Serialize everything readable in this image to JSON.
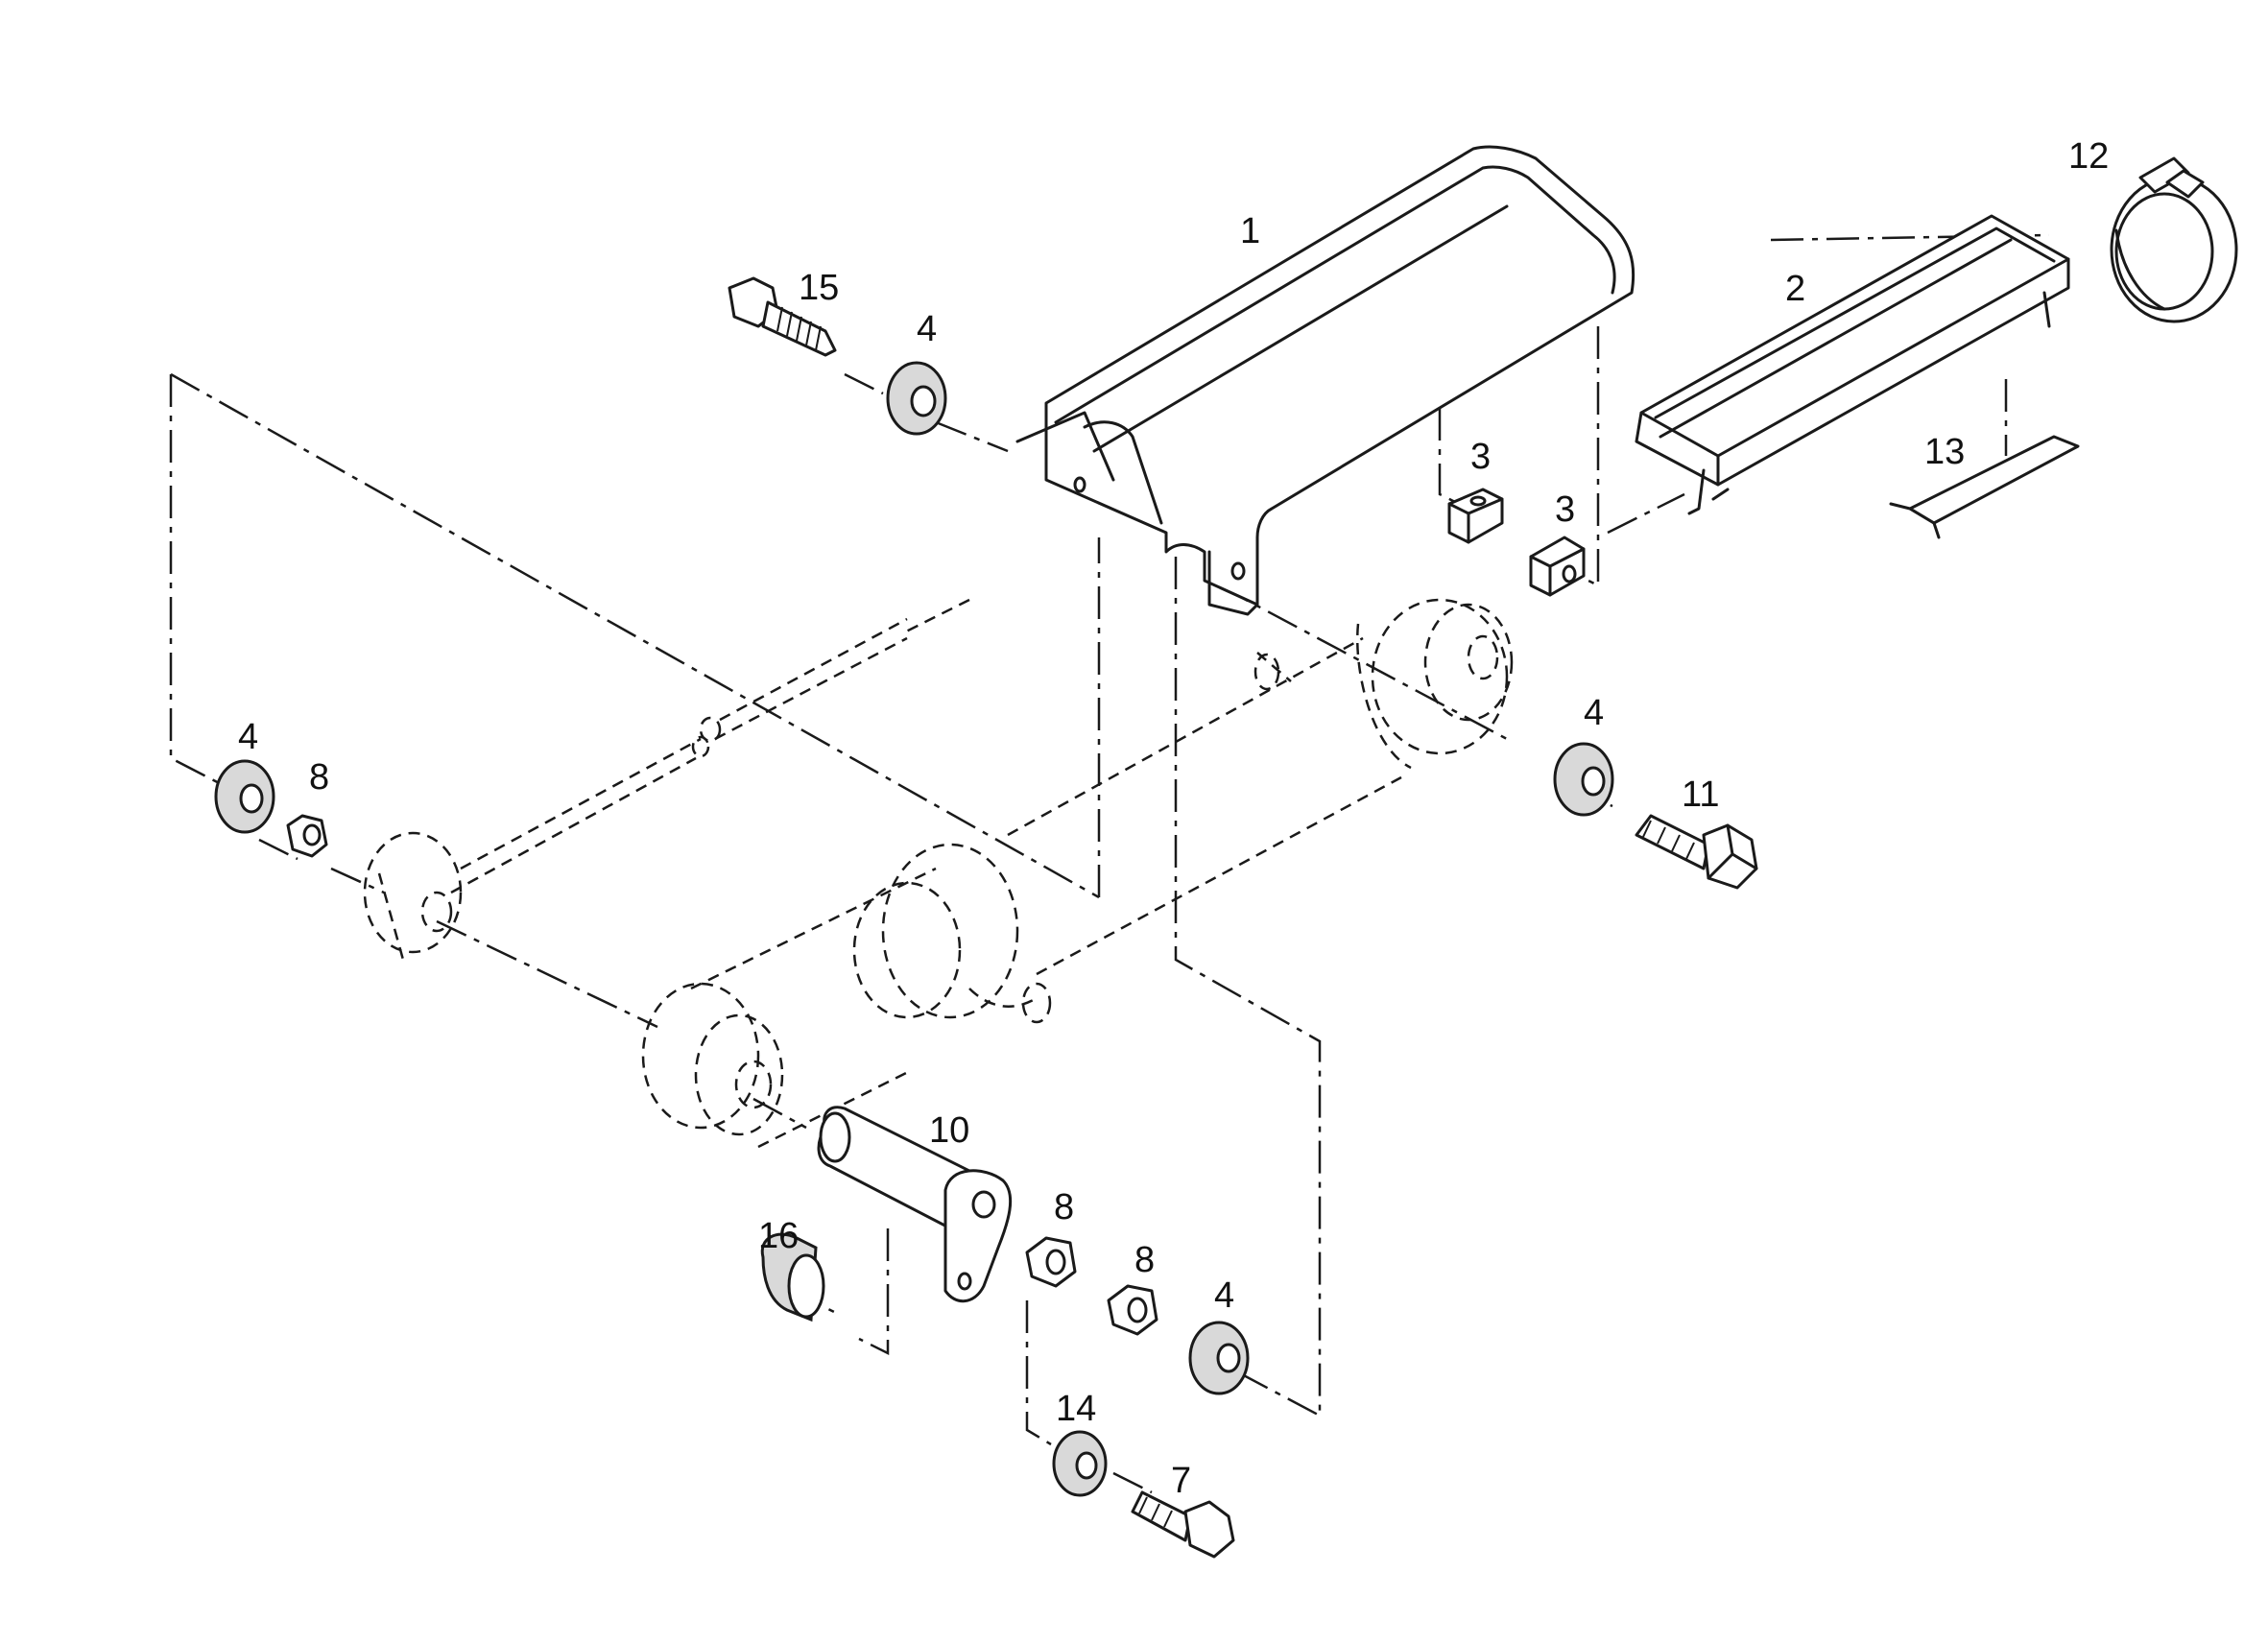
{
  "diagram": {
    "line_color": "#1a1a1a",
    "background": "#ffffff",
    "callouts": {
      "c1": "1",
      "c2": "2",
      "c3a": "3",
      "c3b": "3",
      "c4a": "4",
      "c4b": "4",
      "c4c": "4",
      "c4d": "4",
      "c7": "7",
      "c8a": "8",
      "c8b": "8",
      "c8c": "8",
      "c10": "10",
      "c11": "11",
      "c12": "12",
      "c13": "13",
      "c14": "14",
      "c15": "15",
      "c16": "16"
    }
  }
}
